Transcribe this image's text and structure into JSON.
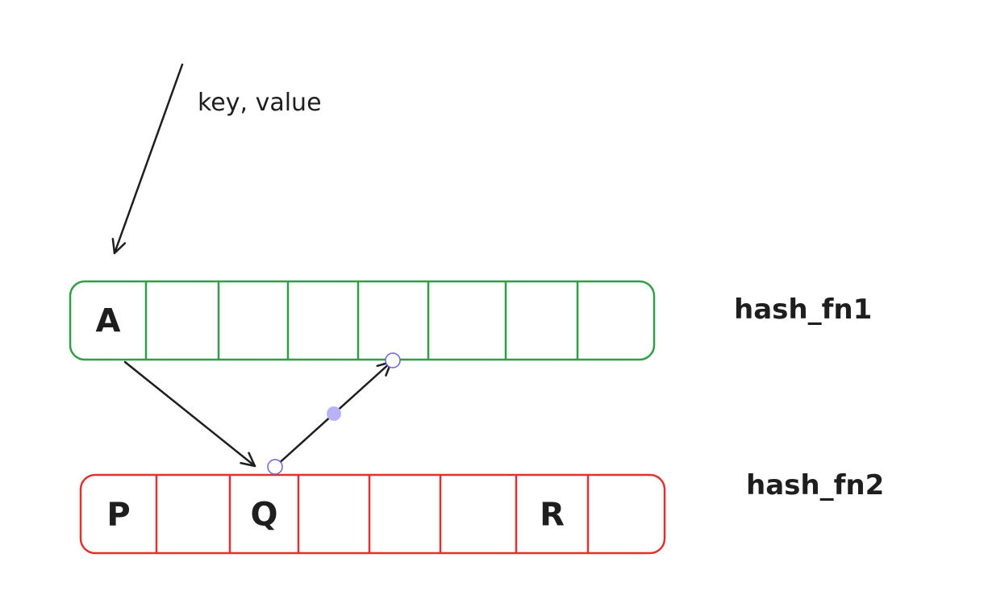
{
  "input_label": "key, value",
  "table1": {
    "name": "hash_fn1",
    "color": "#2f9e44",
    "cells": [
      "A",
      "",
      "",
      "",
      "",
      "",
      "",
      ""
    ]
  },
  "table2": {
    "name": "hash_fn2",
    "color": "#e03131",
    "cells": [
      "P",
      "",
      "Q",
      "",
      "",
      "",
      "R",
      ""
    ]
  },
  "colors": {
    "stroke": "#1e1e1e",
    "handle": "#6965db",
    "handle_fill": "#b9b3f5"
  }
}
